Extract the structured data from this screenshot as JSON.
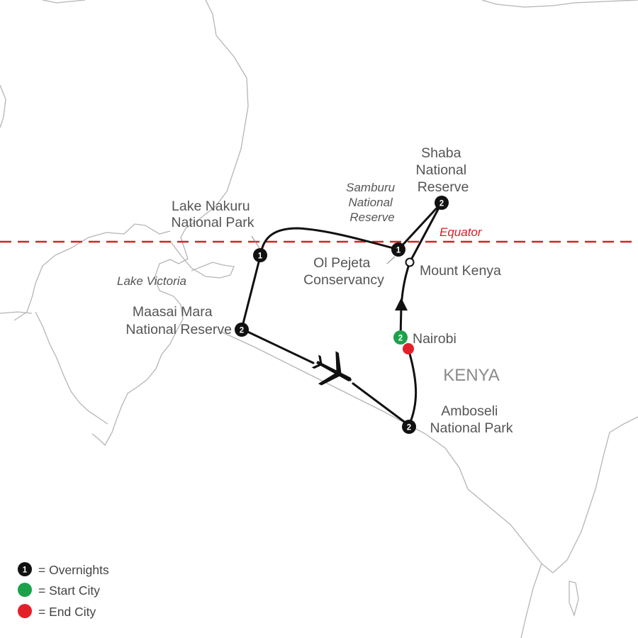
{
  "map": {
    "country_label": "KENYA",
    "equator_label": "Equator",
    "lake_label": "Lake Victoria",
    "colors": {
      "equator": "#d62027",
      "route": "#111111",
      "border": "#b5b5b5",
      "start": "#1ba24a",
      "end": "#e3202a",
      "labels": "#555555"
    }
  },
  "places": {
    "lake_nakuru": {
      "line1": "Lake Nakuru",
      "line2": "National Park",
      "nights": "1"
    },
    "maasai_mara": {
      "line1": "Maasai Mara",
      "line2": "National Reserve",
      "nights": "2"
    },
    "samburu": {
      "line1": "Samburu",
      "line2": "National",
      "line3": "Reserve"
    },
    "shaba": {
      "line1": "Shaba",
      "line2": "National",
      "line3": "Reserve",
      "nights": "2"
    },
    "ol_pejeta": {
      "line1": "Ol Pejeta",
      "line2": "Conservancy",
      "nights": "1"
    },
    "mount_kenya": {
      "label": "Mount Kenya"
    },
    "nairobi": {
      "label": "Nairobi",
      "nights": "2"
    },
    "amboseli": {
      "line1": "Amboseli",
      "line2": "National Park",
      "nights": "2"
    }
  },
  "legend": {
    "overnights": {
      "icon_number": "1",
      "label": "= Overnights"
    },
    "start": {
      "label": "= Start City"
    },
    "end": {
      "label": "= End City"
    }
  }
}
